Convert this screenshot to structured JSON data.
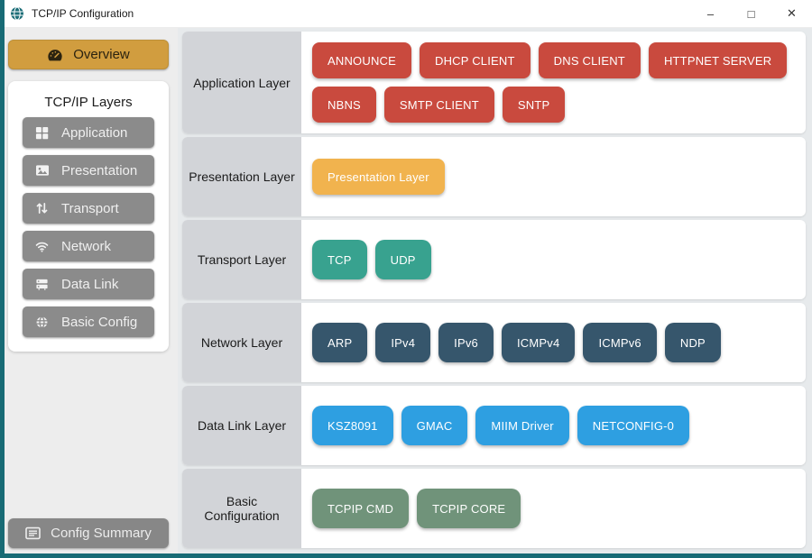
{
  "window": {
    "title": "TCP/IP Configuration",
    "controls": {
      "minimize": "–",
      "maximize": "□",
      "close": "✕"
    }
  },
  "sidebar": {
    "overview": {
      "label": "Overview",
      "icon": "gauge-icon"
    },
    "layers_panel": {
      "title": "TCP/IP Layers",
      "items": [
        {
          "label": "Application",
          "icon": "grid-icon"
        },
        {
          "label": "Presentation",
          "icon": "image-icon"
        },
        {
          "label": "Transport",
          "icon": "arrows-vertical-icon"
        },
        {
          "label": "Network",
          "icon": "wifi-icon"
        },
        {
          "label": "Data Link",
          "icon": "server-icon"
        },
        {
          "label": "Basic Config",
          "icon": "globe-icon"
        }
      ]
    },
    "config_summary": {
      "label": "Config Summary",
      "icon": "list-icon"
    }
  },
  "layers": {
    "rows": [
      {
        "label": "Application Layer",
        "button_color": "#c94a3e",
        "buttons": [
          "ANNOUNCE",
          "DHCP CLIENT",
          "DNS CLIENT",
          "HTTPNET SERVER",
          "NBNS",
          "SMTP CLIENT",
          "SNTP"
        ]
      },
      {
        "label": "Presentation Layer",
        "button_color": "#f1b34e",
        "buttons": [
          "Presentation Layer"
        ]
      },
      {
        "label": "Transport Layer",
        "button_color": "#38a28f",
        "buttons": [
          "TCP",
          "UDP"
        ]
      },
      {
        "label": "Network Layer",
        "button_color": "#36566c",
        "buttons": [
          "ARP",
          "IPv4",
          "IPv6",
          "ICMPv4",
          "ICMPv6",
          "NDP"
        ]
      },
      {
        "label": "Data Link Layer",
        "button_color": "#2e9fe1",
        "buttons": [
          "KSZ8091",
          "GMAC",
          "MIIM Driver",
          "NETCONFIG-0"
        ]
      },
      {
        "label": "Basic Configuration",
        "button_color": "#70937a",
        "buttons": [
          "TCPIP CMD",
          "TCPIP CORE"
        ]
      }
    ]
  },
  "colors": {
    "accent_teal": "#186b75",
    "overview_gold": "#d19d3f",
    "nav_gray": "#8b8b8b",
    "config_summary_gray": "#878787",
    "row_label_bg": "#d2d4d8"
  }
}
